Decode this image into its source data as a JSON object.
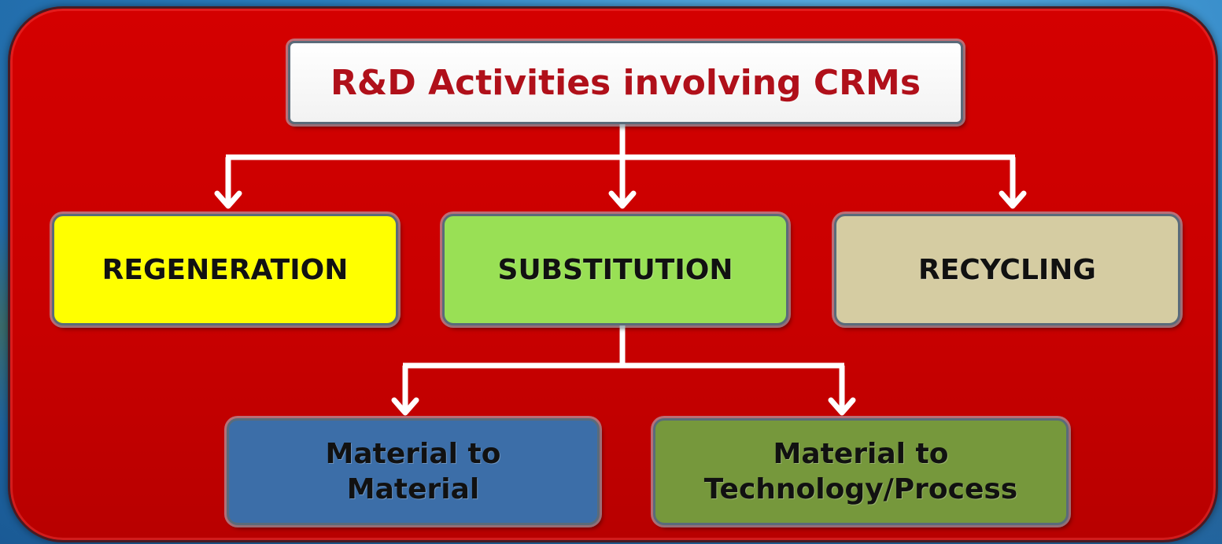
{
  "title": "R&D Activities involving CRMs",
  "level1": {
    "regeneration": "REGENERATION",
    "substitution": "SUBSTITUTION",
    "recycling": "RECYCLING"
  },
  "level2": {
    "material_to_material": [
      "Material to",
      "Material"
    ],
    "material_to_technology": [
      "Material to",
      "Technology/Process"
    ]
  },
  "colors": {
    "panel": "#cc0000",
    "title_text": "#b0101a",
    "regeneration": "#ffff00",
    "substitution": "#99e055",
    "recycling": "#d5cca2",
    "material_to_material": "#3c6ea8",
    "material_to_technology": "#76983c",
    "connector": "#ffffff"
  }
}
